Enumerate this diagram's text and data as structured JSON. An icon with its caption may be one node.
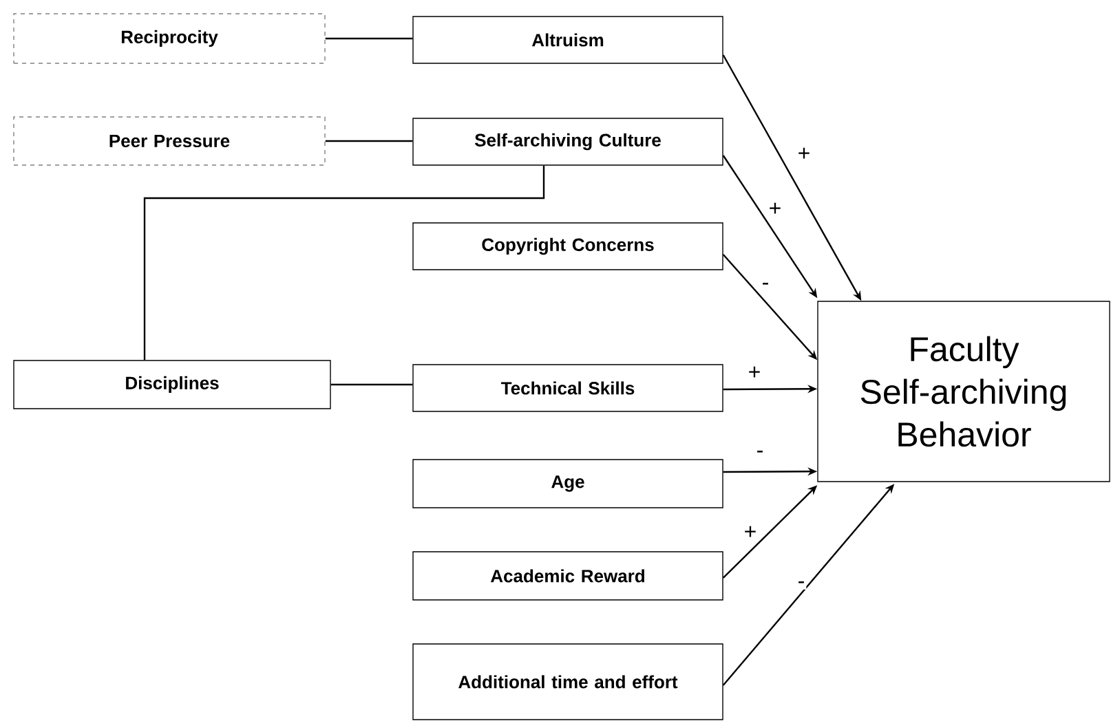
{
  "diagram": {
    "nodes": [
      {
        "text": [
          "Reciprocity"
        ]
      },
      {
        "text": [
          "Altruism"
        ]
      },
      {
        "text": [
          "Peer Pressure"
        ]
      },
      {
        "text": [
          "Self-archiving Culture"
        ]
      },
      {
        "text": [
          "Copyright Concerns"
        ]
      },
      {
        "text": [
          "Disciplines"
        ]
      },
      {
        "text": [
          "Technical Skills"
        ]
      },
      {
        "text": [
          "Age"
        ]
      },
      {
        "text": [
          "Academic Reward"
        ]
      },
      {
        "text": [
          "Additional time and effort"
        ]
      },
      {
        "text": [
          "Faculty Self-archiving Behavior"
        ]
      }
    ],
    "edges": [
      {
        "from": 0,
        "to": 1,
        "arrow": "none"
      },
      {
        "from": 2,
        "to": 3,
        "arrow": "none"
      },
      {
        "from": 5,
        "to": 3,
        "arrow": "none"
      },
      {
        "from": 5,
        "to": 6,
        "arrow": "none"
      },
      {
        "from": 1,
        "to": 10,
        "arrow": "to",
        "label": "+"
      },
      {
        "from": 3,
        "to": 10,
        "arrow": "to",
        "label": "+"
      },
      {
        "from": 4,
        "to": 10,
        "arrow": "to",
        "label": "-"
      },
      {
        "from": 6,
        "to": 10,
        "arrow": "to",
        "label": "+"
      },
      {
        "from": 7,
        "to": 10,
        "arrow": "to",
        "label": "-"
      },
      {
        "from": 8,
        "to": 10,
        "arrow": "to",
        "label": "+"
      },
      {
        "from": 9,
        "to": 10,
        "arrow": "to",
        "label": "-"
      }
    ]
  }
}
